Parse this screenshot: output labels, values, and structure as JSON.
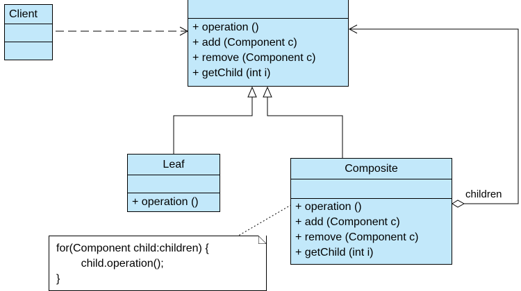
{
  "classes": {
    "client": {
      "name": "Client"
    },
    "component": {
      "name": "",
      "operations": [
        "+  operation ()",
        "+  add (Component c)",
        "+  remove (Component c)",
        "+  getChild (int i)"
      ]
    },
    "leaf": {
      "name": "Leaf",
      "operations": [
        "+  operation ()"
      ]
    },
    "composite": {
      "name": "Composite",
      "operations": [
        "+  operation ()",
        "+  add (Component c)",
        "+  remove (Component c)",
        "+  getChild (int i)"
      ]
    }
  },
  "note": {
    "lines": [
      "for(Component child:children) {",
      "        child.operation();",
      "}"
    ]
  },
  "associations": {
    "children_label": "children"
  },
  "colors": {
    "class_fill": "#c2e8fa",
    "line": "#000000"
  }
}
